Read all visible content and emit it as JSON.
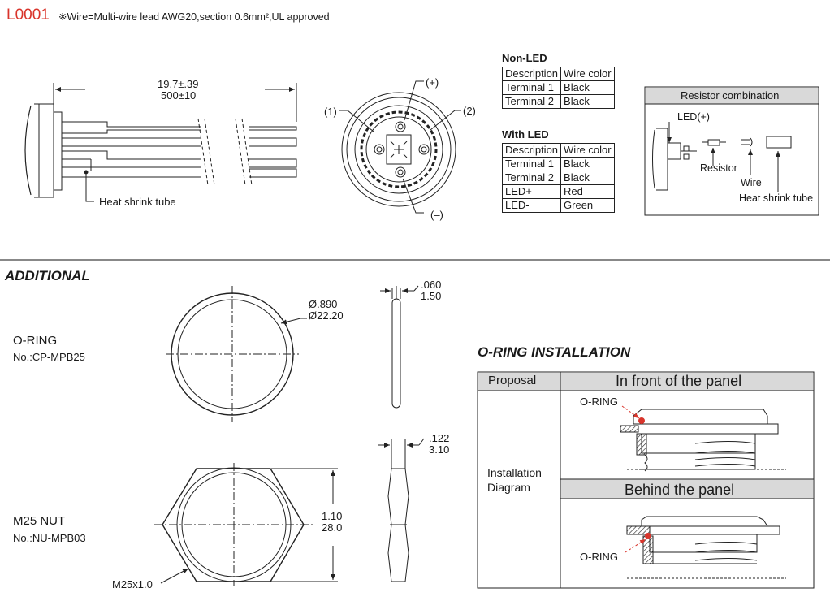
{
  "header": {
    "code": "L0001",
    "note": "※Wire=Multi-wire lead AWG20,section 0.6mm²,UL approved",
    "accent_color": "#d9342b"
  },
  "side_view": {
    "dim_inch": "19.7±.39",
    "dim_mm": "500±10",
    "label_heat_shrink": "Heat shrink tube"
  },
  "front_view": {
    "label_plus": "(+)",
    "label_1": "(1)",
    "label_2": "(2)",
    "label_minus": "(–)"
  },
  "non_led_table": {
    "title": "Non-LED",
    "headers": [
      "Description",
      "Wire color"
    ],
    "rows": [
      [
        "Terminal 1",
        "Black"
      ],
      [
        "Terminal 2",
        "Black"
      ]
    ]
  },
  "with_led_table": {
    "title": "With LED",
    "headers": [
      "Description",
      "Wire color"
    ],
    "rows": [
      [
        "Terminal 1",
        "Black"
      ],
      [
        "Terminal 2",
        "Black"
      ],
      [
        "LED+",
        "Red"
      ],
      [
        "LED-",
        "Green"
      ]
    ]
  },
  "resistor_box": {
    "title": "Resistor combination",
    "led_plus": "LED(+)",
    "resistor": "Resistor",
    "wire": "Wire",
    "heat_shrink": "Heat shrink tube"
  },
  "additional": {
    "heading": "ADDITIONAL",
    "oring": {
      "name": "O-RING",
      "part_no": "No.:CP-MPB25",
      "dia_inch": "Ø.890",
      "dia_mm": "Ø22.20",
      "thick_inch": ".060",
      "thick_mm": "1.50"
    },
    "nut": {
      "name": "M25 NUT",
      "part_no": "No.:NU-MPB03",
      "thread": "M25x1.0",
      "across_inch": "1.10",
      "across_mm": "28.0",
      "thick_inch": ".122",
      "thick_mm": "3.10"
    }
  },
  "installation": {
    "heading": "O-RING INSTALLATION",
    "proposal_label": "Proposal",
    "front_label": "In front of the panel",
    "behind_label": "Behind the panel",
    "diagram_label_line1": "Installation",
    "diagram_label_line2": "Diagram",
    "oring_label_front": "O-RING",
    "oring_label_behind": "O-RING",
    "highlight_color": "#d9342b",
    "header_fill": "#d9d9d9"
  }
}
